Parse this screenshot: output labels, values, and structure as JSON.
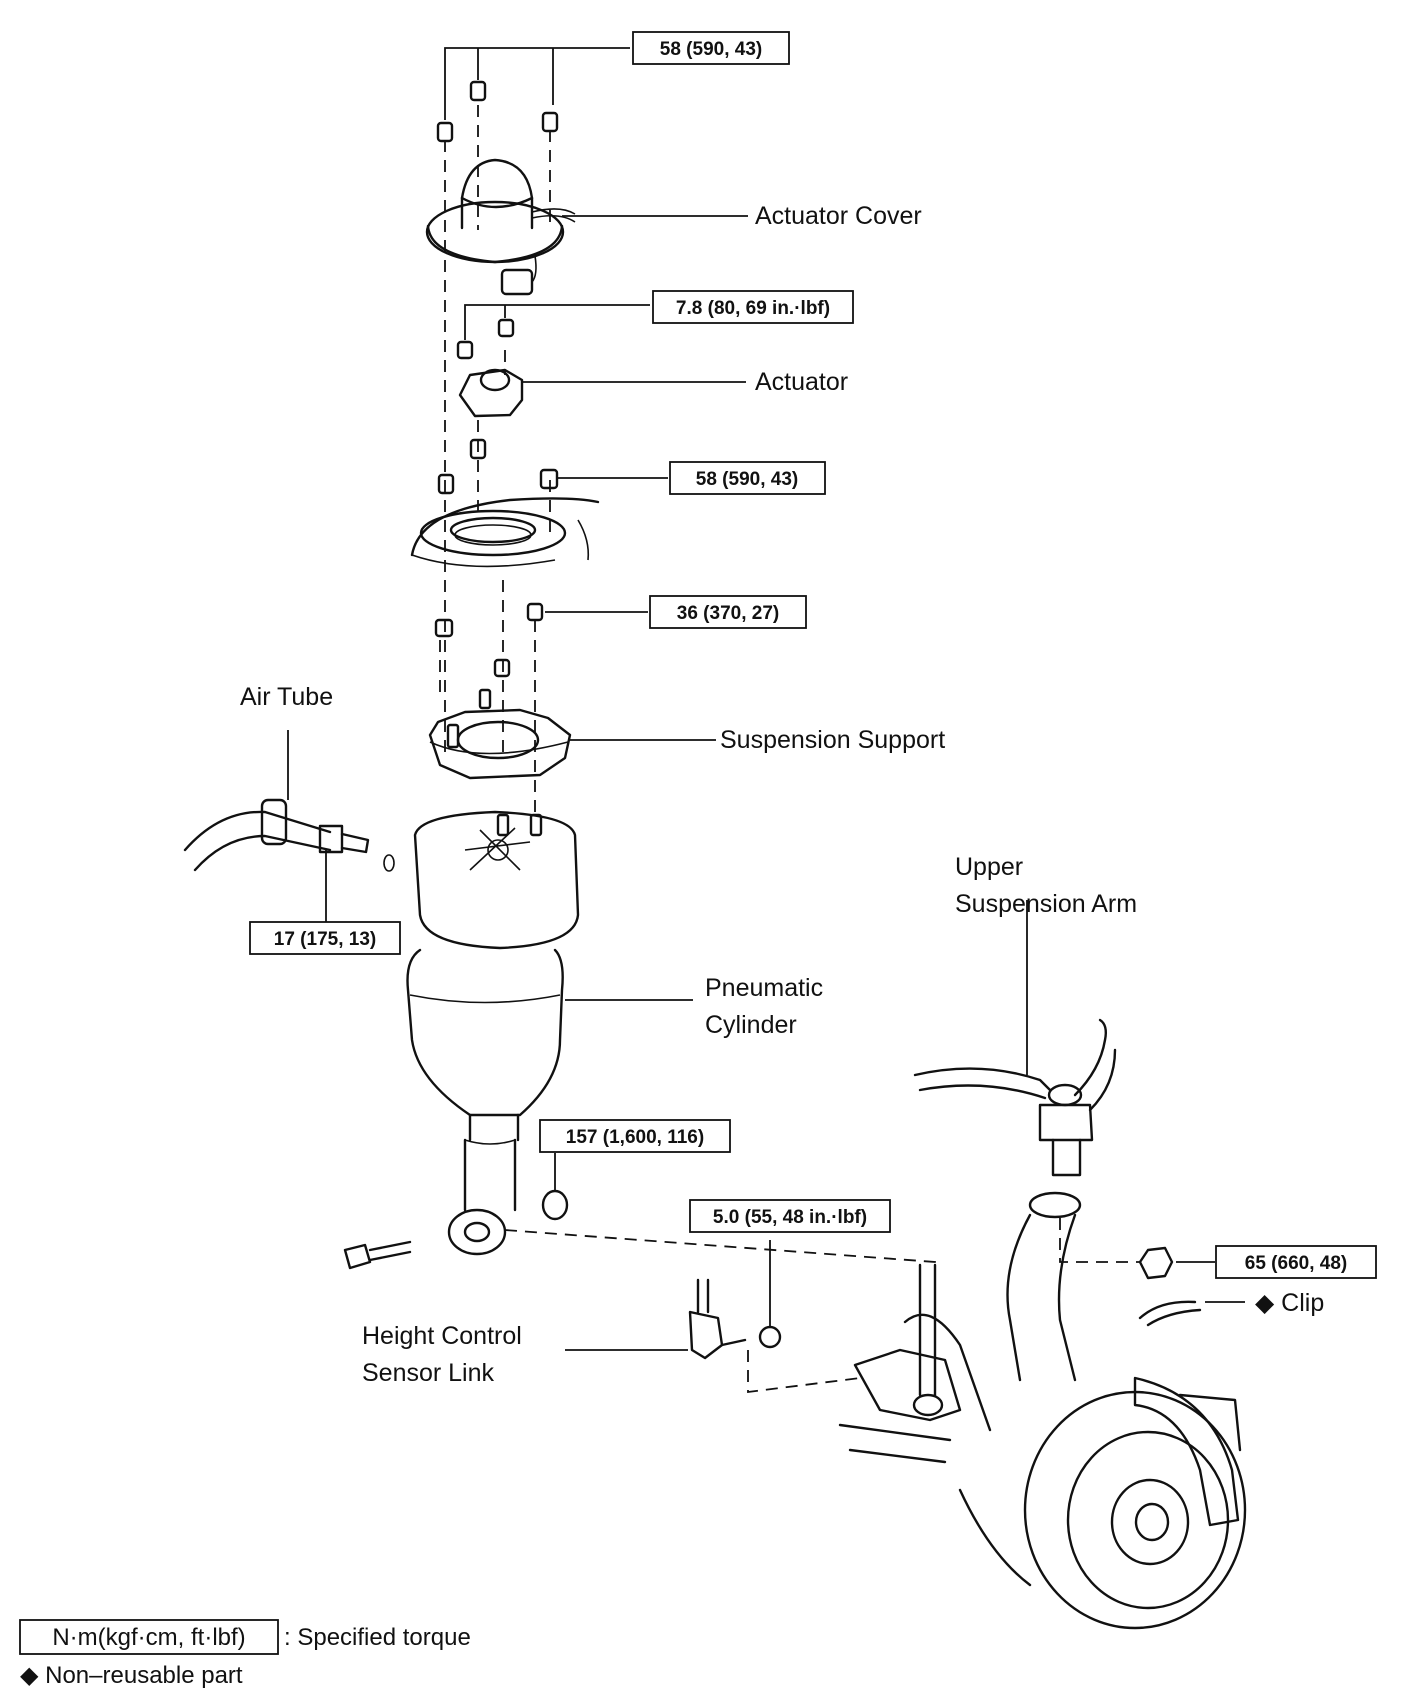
{
  "labels": {
    "actuator_cover": "Actuator Cover",
    "actuator": "Actuator",
    "air_tube": "Air Tube",
    "suspension_support": "Suspension Support",
    "upper_suspension_arm_1": "Upper",
    "upper_suspension_arm_2": "Suspension Arm",
    "pneumatic_cylinder_1": "Pneumatic",
    "pneumatic_cylinder_2": "Cylinder",
    "height_control_1": "Height Control",
    "height_control_2": "Sensor Link",
    "clip": "◆ Clip"
  },
  "torques": {
    "t_cover_nuts": "58 (590, 43)",
    "t_actuator": "7.8 (80, 69 in.·lbf)",
    "t_upper_mount": "58 (590, 43)",
    "t_support": "36 (370, 27)",
    "t_air_tube": "17 (175, 13)",
    "t_lower_bolt": "157 (1,600, 116)",
    "t_sensor_link": "5.0 (55, 48 in.·lbf)",
    "t_ball_joint": "65 (660, 48)"
  },
  "legend": {
    "torque_unit": "N·m(kgf·cm, ft·lbf)",
    "torque_desc": ": Specified torque",
    "nonreusable": "◆ Non–reusable part"
  }
}
